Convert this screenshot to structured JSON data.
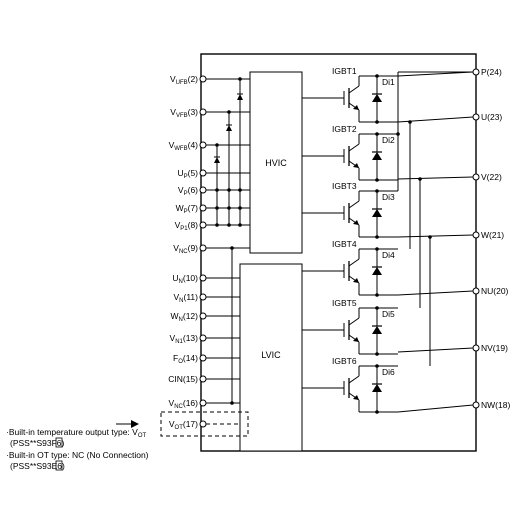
{
  "blocks": {
    "hvic": "HVIC",
    "lvic": "LVIC"
  },
  "left_pins": [
    {
      "key": "vufb",
      "base": "V",
      "sub": "UFB",
      "num": "(2)"
    },
    {
      "key": "vvfb",
      "base": "V",
      "sub": "VFB",
      "num": "(3)"
    },
    {
      "key": "vwfb",
      "base": "V",
      "sub": "WFB",
      "num": "(4)"
    },
    {
      "key": "up",
      "base": "U",
      "sub": "P",
      "num": "(5)"
    },
    {
      "key": "vp",
      "base": "V",
      "sub": "P",
      "num": "(6)"
    },
    {
      "key": "wp",
      "base": "W",
      "sub": "P",
      "num": "(7)"
    },
    {
      "key": "vp1",
      "base": "V",
      "sub": "P1",
      "num": "(8)"
    },
    {
      "key": "vnc9",
      "base": "V",
      "sub": "NC",
      "num": "(9)"
    },
    {
      "key": "un",
      "base": "U",
      "sub": "N",
      "num": "(10)"
    },
    {
      "key": "vn",
      "base": "V",
      "sub": "N",
      "num": "(11)"
    },
    {
      "key": "wn",
      "base": "W",
      "sub": "N",
      "num": "(12)"
    },
    {
      "key": "vn1",
      "base": "V",
      "sub": "N1",
      "num": "(13)"
    },
    {
      "key": "fo",
      "base": "F",
      "sub": "O",
      "num": "(14)"
    },
    {
      "key": "cin",
      "base": "CIN",
      "sub": "",
      "num": "(15)"
    },
    {
      "key": "vnc16",
      "base": "V",
      "sub": "NC",
      "num": "(16)"
    },
    {
      "key": "vot",
      "base": "V",
      "sub": "OT",
      "num": "(17)"
    }
  ],
  "right_pins": [
    {
      "key": "p",
      "label": "P(24)"
    },
    {
      "key": "u",
      "label": "U(23)"
    },
    {
      "key": "v",
      "label": "V(22)"
    },
    {
      "key": "w",
      "label": "W(21)"
    },
    {
      "key": "nu",
      "label": "NU(20)"
    },
    {
      "key": "nv",
      "label": "NV(19)"
    },
    {
      "key": "nw",
      "label": "NW(18)"
    }
  ],
  "switches": [
    {
      "igbt": "IGBT1",
      "diode": "Di1"
    },
    {
      "igbt": "IGBT2",
      "diode": "Di2"
    },
    {
      "igbt": "IGBT3",
      "diode": "Di3"
    },
    {
      "igbt": "IGBT4",
      "diode": "Di4"
    },
    {
      "igbt": "IGBT5",
      "diode": "Di5"
    },
    {
      "igbt": "IGBT6",
      "diode": "Di6"
    }
  ],
  "notes": {
    "line1_prefix": "·Built-in temperature output type: V",
    "line1_sub": "OT",
    "line2_prefix": "(PSS**S93",
    "line2_boxed": "F",
    "line2_suffix": "6)",
    "line3": "·Built-in OT type: NC (No Connection)",
    "line4_prefix": "(PSS**S93",
    "line4_boxed": "E",
    "line4_suffix": "6)"
  }
}
